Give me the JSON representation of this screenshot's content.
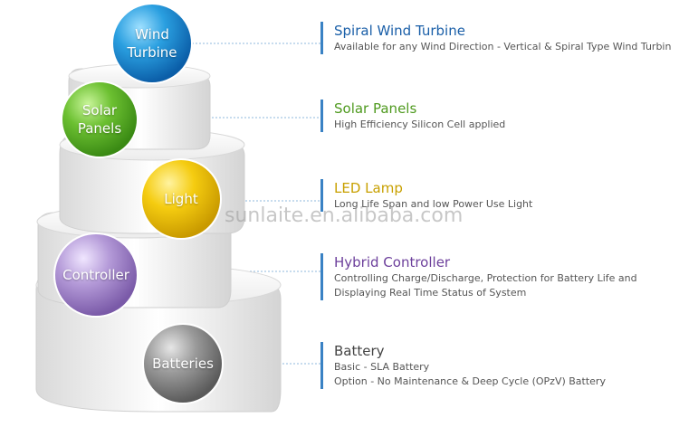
{
  "watermark": "sunlaite.en.alibaba.com",
  "colors": {
    "wind": "#1a5fa8",
    "solar": "#4f9a1f",
    "light": "#c8a000",
    "controller": "#6c3f9b",
    "battery": "#444444",
    "divider": "#3a82c4"
  },
  "components": [
    {
      "key": "wind",
      "orb_line1": "Wind",
      "orb_line2": "Turbine",
      "title": "Spiral Wind Turbine",
      "desc_line1": "Available for any Wind Direction - Vertical & Spiral Type Wind Turbin",
      "desc_line2": ""
    },
    {
      "key": "solar",
      "orb_line1": "Solar",
      "orb_line2": "Panels",
      "title": "Solar Panels",
      "desc_line1": "High Efficiency Silicon Cell applied",
      "desc_line2": ""
    },
    {
      "key": "light",
      "orb_line1": "Light",
      "orb_line2": "",
      "title": "LED Lamp",
      "desc_line1": "Long Life Span and low Power Use Light",
      "desc_line2": ""
    },
    {
      "key": "controller",
      "orb_line1": "Controller",
      "orb_line2": "",
      "title": "Hybrid Controller",
      "desc_line1": "Controlling Charge/Discharge, Protection for Battery Life and",
      "desc_line2": "Displaying Real Time Status of System"
    },
    {
      "key": "battery",
      "orb_line1": "Batteries",
      "orb_line2": "",
      "title": "Battery",
      "desc_line1": "Basic - SLA Battery",
      "desc_line2": "Option - No Maintenance & Deep Cycle (OPzV) Battery"
    }
  ]
}
